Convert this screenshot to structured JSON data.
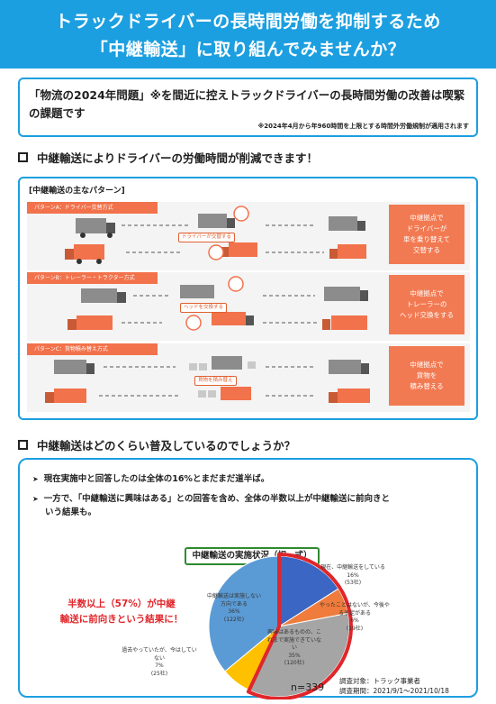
{
  "header": {
    "line1": "トラックドライバーの長時間労働を抑制するため",
    "line2": "「中継輸送」に取り組んでみませんか？"
  },
  "intro": {
    "message": "「物流の2024年問題」※を間近に控えトラックドライバーの長時間労働の改善は喫緊の課題です",
    "note": "※2024年4月から年960時間を上限とする時間外労働規制が適用されます"
  },
  "section1": {
    "title": "中継輸送によりドライバーの労働時間が削減できます！",
    "patterns_heading": "[中継輸送の主なパターン]",
    "patterns": [
      {
        "tag": "パターンA：ドライバー交替方式",
        "chip": "ドライバーが交替する",
        "side": [
          "中継拠点で",
          "ドライバーが",
          "車を乗り替えて",
          "交替する"
        ]
      },
      {
        "tag": "パターンB：トレーラー・トラクター方式",
        "chip": "ヘッドを交換する",
        "side": [
          "中継拠点で",
          "トレーラーの",
          "ヘッド交換をする"
        ]
      },
      {
        "tag": "パターンC：貨物積み替え方式",
        "chip": "貨物を積み替え",
        "side": [
          "中継拠点で",
          "貨物を",
          "積み替える"
        ]
      }
    ]
  },
  "section2": {
    "title": "中継輸送はどのくらい普及しているのでしょうか？",
    "bullets": [
      "現在実施中と回答したのは全体の16%とまだまだ道半ば。",
      "一方で、「中継輸送に興味はある」との回答を含め、全体の半数以上が中継輸送に前向きと",
      "いう結果も。"
    ],
    "callout": [
      "半数以上（57%）が中継",
      "輸送に前向きという結果に！"
    ],
    "n_label": "n=339",
    "survey_target": "調査対象：トラック事業者",
    "survey_period": "調査期間：2021/9/1～2021/10/18"
  },
  "chart_data": {
    "type": "pie",
    "title": "中継輸送の実施状況（択一式）",
    "n": 339,
    "slices": [
      {
        "label": "現在、中継輸送をしている",
        "percent": 16,
        "count": "(53社)",
        "color": "#3b66c4"
      },
      {
        "label": "やったことはないが、今後やる予定がある",
        "percent": 6,
        "count": "(19社)",
        "color": "#ef7b3c"
      },
      {
        "label": "興味はあるものの、これまで実施できていない",
        "percent": 35,
        "count": "(120社)",
        "color": "#a5a5a5"
      },
      {
        "label": "過去やっていたが、今はしていない",
        "percent": 7,
        "count": "(25社)",
        "color": "#ffc000"
      },
      {
        "label": "中継輸送は実施しない方向である",
        "percent": 36,
        "count": "(122社)",
        "color": "#5b9bd5"
      }
    ],
    "highlight": {
      "description": "前向き",
      "percent": 57,
      "color": "#e0262a"
    }
  },
  "colors": {
    "brand": "#1c9fe0",
    "accent": "#f2724b",
    "alert": "#e0262a"
  },
  "icons": [
    "truck-icon",
    "driver-icon",
    "cargo-box-icon",
    "arrow-icon"
  ]
}
